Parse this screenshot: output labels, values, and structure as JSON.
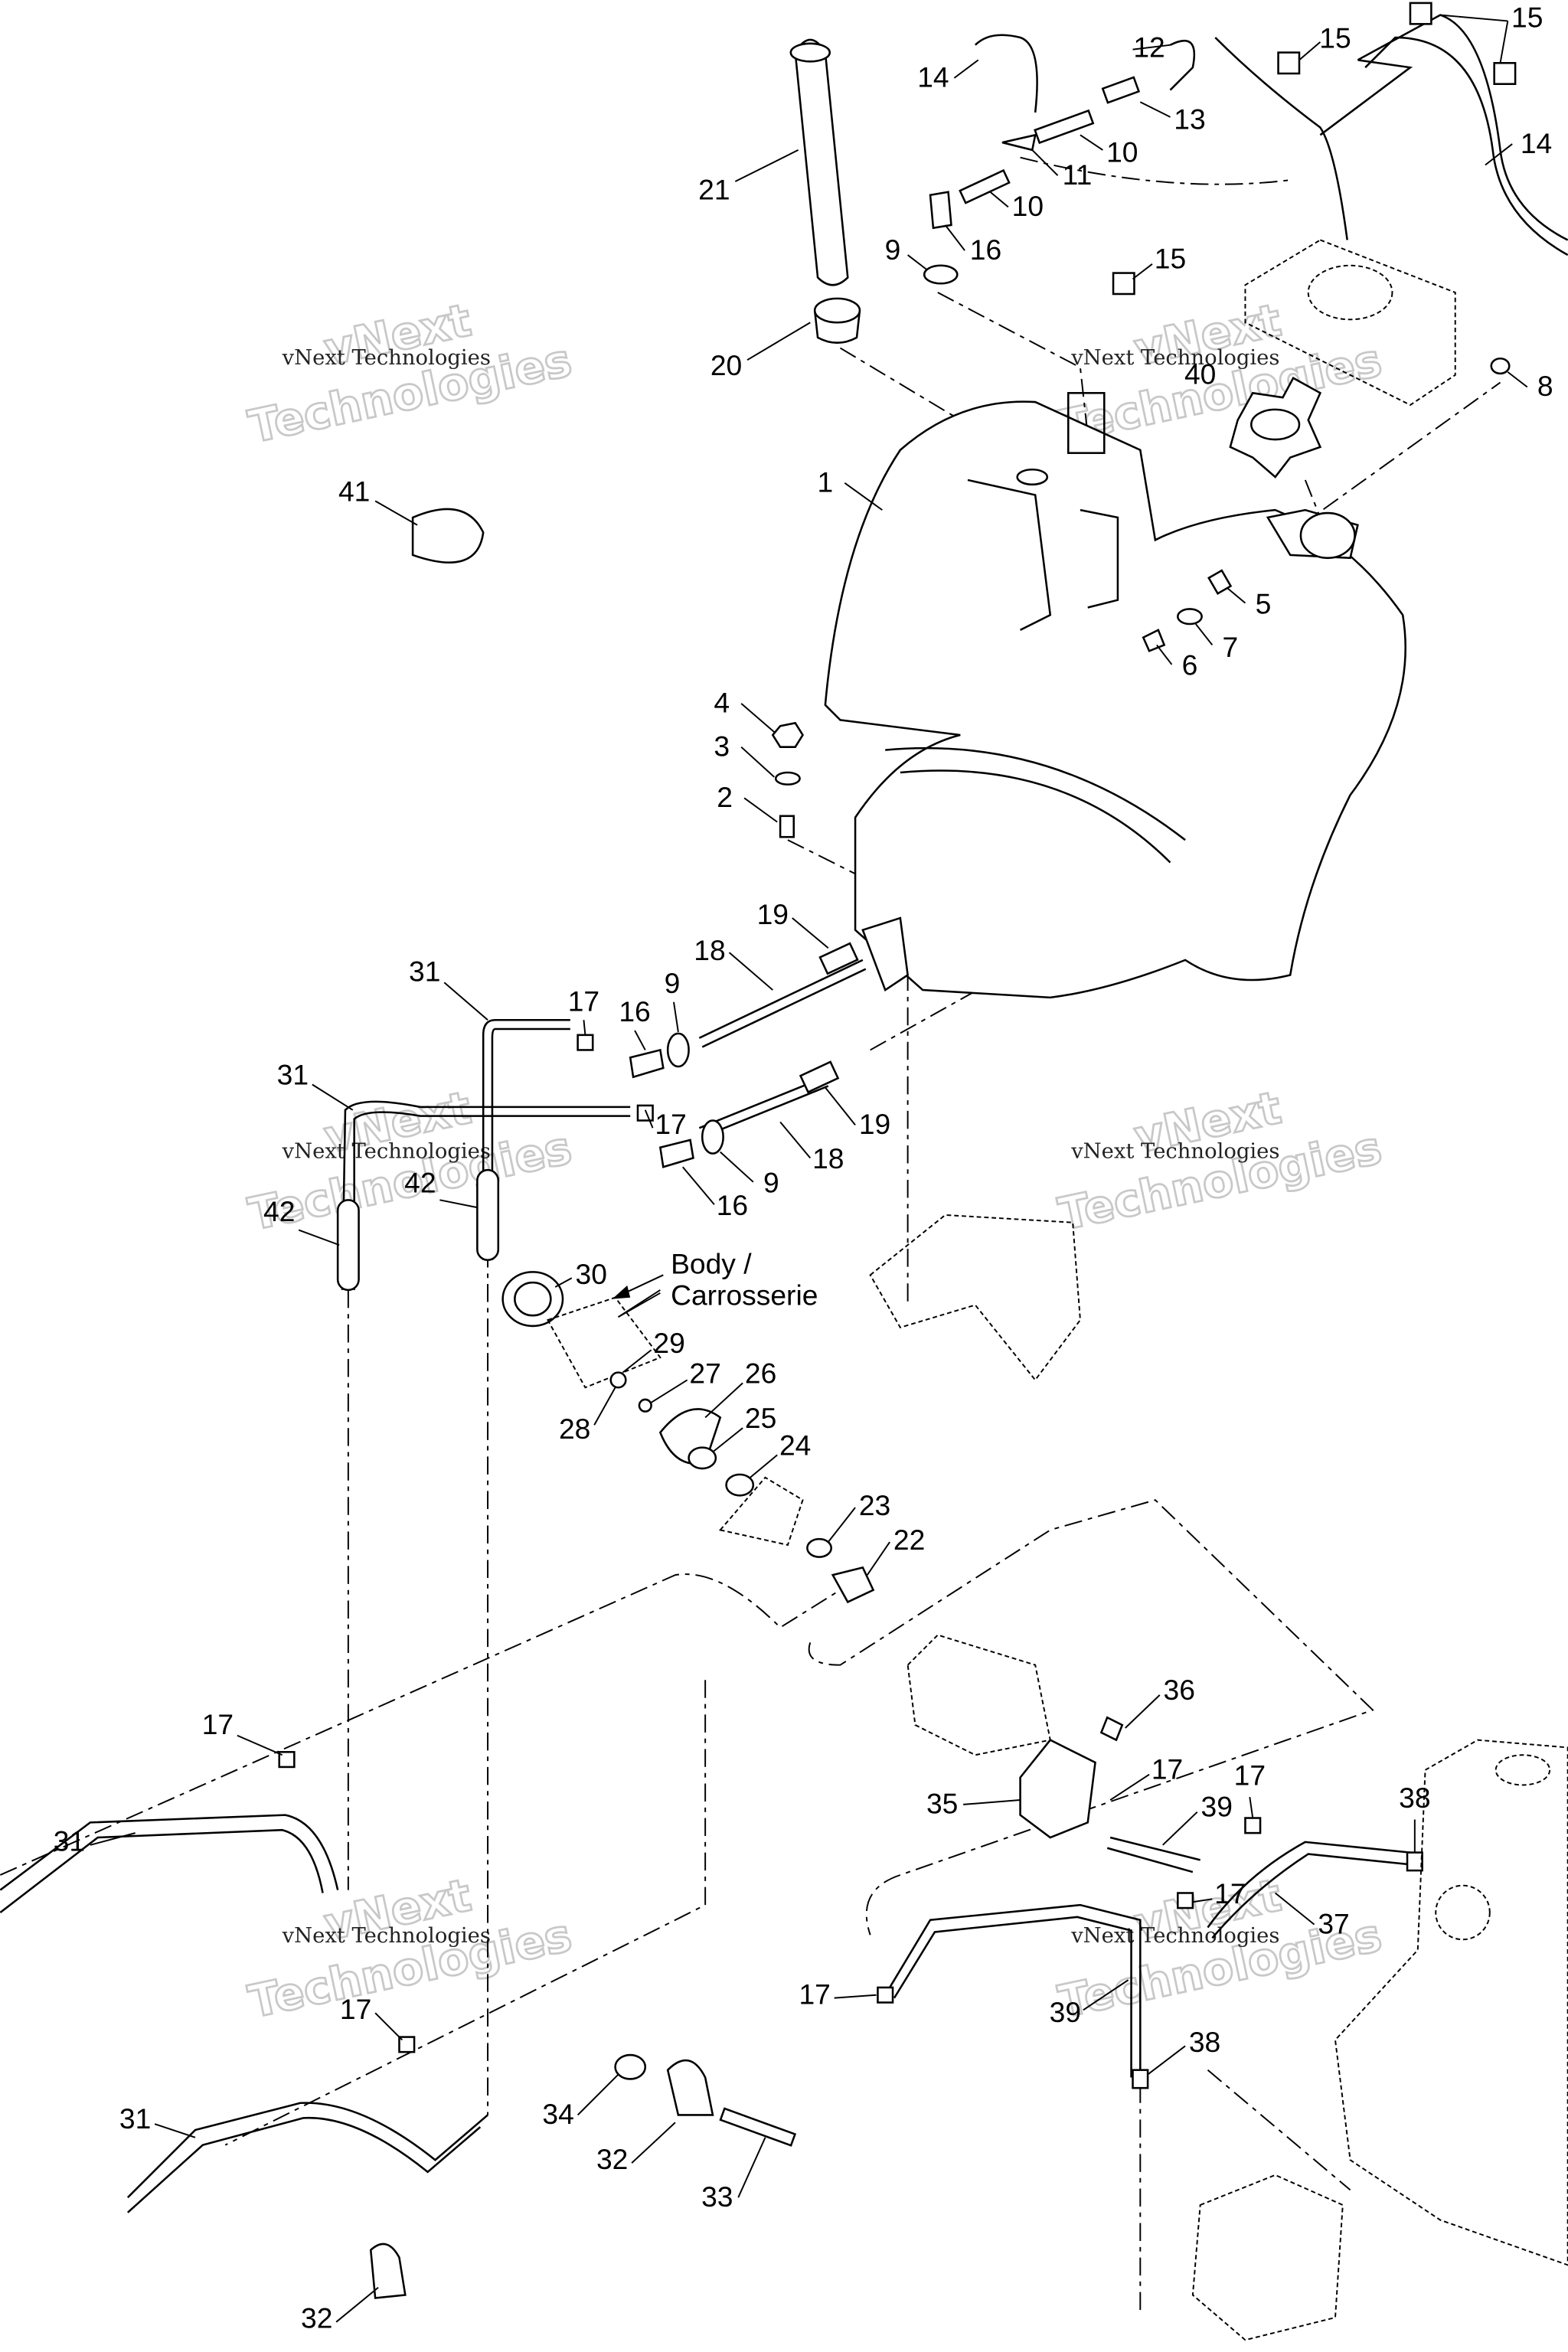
{
  "diagram": {
    "title": "Fuel tank and fuel system exploded parts view",
    "callouts": [
      "15",
      "15",
      "12",
      "14",
      "13",
      "14",
      "10",
      "11",
      "10",
      "21",
      "9",
      "16",
      "15",
      "20",
      "40",
      "8",
      "41",
      "1",
      "5",
      "7",
      "6",
      "4",
      "3",
      "2",
      "19",
      "18",
      "31",
      "17",
      "9",
      "16",
      "31",
      "17",
      "19",
      "18",
      "16",
      "9",
      "42",
      "42",
      "30",
      "29",
      "27",
      "26",
      "28",
      "25",
      "24",
      "23",
      "22",
      "36",
      "17",
      "17",
      "17",
      "38",
      "35",
      "39",
      "31",
      "17",
      "37",
      "17",
      "39",
      "17",
      "38",
      "34",
      "31",
      "32",
      "33",
      "32"
    ],
    "body_label": {
      "line1": "Body /",
      "line2": "Carrosserie"
    },
    "watermark": {
      "text": "vNext Technologies",
      "big_line1": "vNext",
      "big_line2": "Technologies"
    }
  }
}
